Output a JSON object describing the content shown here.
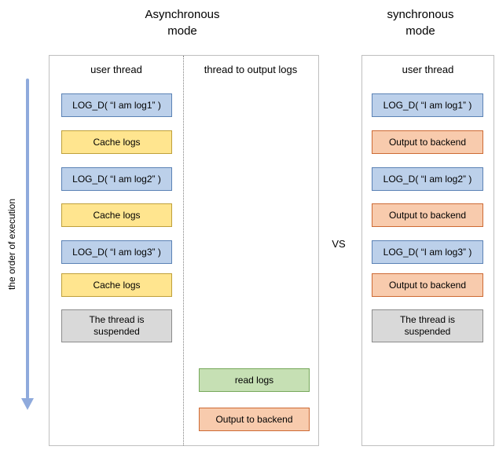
{
  "colors": {
    "log": {
      "fill": "#bcd0ea",
      "border": "#5b82b5"
    },
    "cache": {
      "fill": "#ffe58f",
      "border": "#bfa03a"
    },
    "output": {
      "fill": "#f8cbad",
      "border": "#cd6a34"
    },
    "read": {
      "fill": "#c6e0b4",
      "border": "#76a85a"
    },
    "suspended": {
      "fill": "#d9d9d9",
      "border": "#8c8c8c"
    },
    "arrow": "#8faadc"
  },
  "titles": {
    "left": "Asynchronous\nmode",
    "right": "synchronous\nmode",
    "vs": "VS"
  },
  "execution_axis_label": "the order of execution",
  "async_panel": {
    "user_thread": {
      "header": "user thread",
      "boxes": [
        {
          "type": "log",
          "label": "LOG_D( “I am log1” )"
        },
        {
          "type": "cache",
          "label": "Cache logs"
        },
        {
          "type": "log",
          "label": "LOG_D( “I am log2” )"
        },
        {
          "type": "cache",
          "label": "Cache logs"
        },
        {
          "type": "log",
          "label": "LOG_D( “I am log3” )"
        },
        {
          "type": "cache",
          "label": "Cache logs"
        },
        {
          "type": "suspended",
          "label": "The thread is suspended"
        }
      ]
    },
    "output_thread": {
      "header": "thread to output logs",
      "boxes": [
        {
          "type": "read",
          "label": "read logs"
        },
        {
          "type": "output",
          "label": "Output to backend"
        }
      ]
    }
  },
  "sync_panel": {
    "user_thread": {
      "header": "user thread",
      "boxes": [
        {
          "type": "log",
          "label": "LOG_D( “I am log1” )"
        },
        {
          "type": "output",
          "label": "Output to backend"
        },
        {
          "type": "log",
          "label": "LOG_D( “I am log2” )"
        },
        {
          "type": "output",
          "label": "Output to backend"
        },
        {
          "type": "log",
          "label": "LOG_D( “I am log3” )"
        },
        {
          "type": "output",
          "label": "Output to backend"
        },
        {
          "type": "suspended",
          "label": "The thread is suspended"
        }
      ]
    }
  }
}
